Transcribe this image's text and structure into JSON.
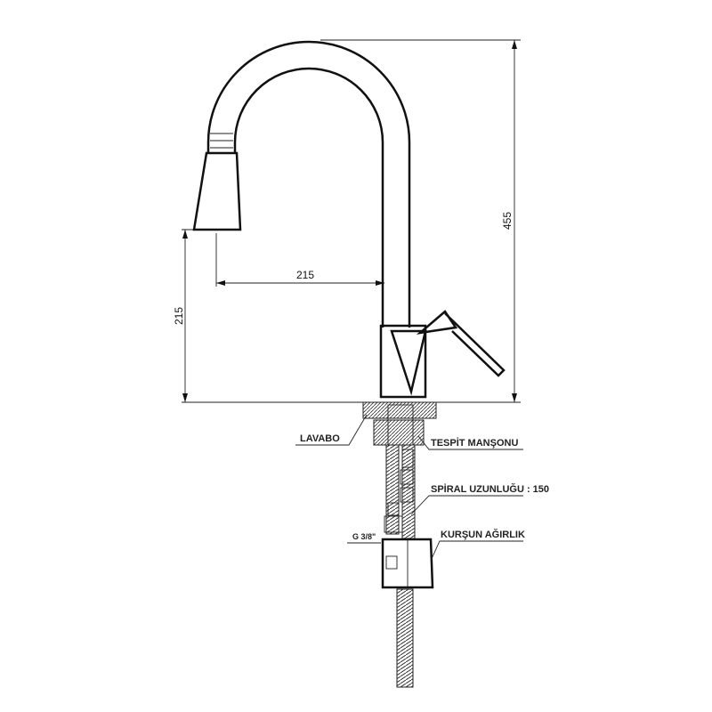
{
  "dimensions": {
    "total_height": "455",
    "spout_reach": "215",
    "spout_height": "215"
  },
  "labels": {
    "basin": "LAVABO",
    "fixing_sleeve": "TESPİT MANŞONU",
    "spiral_length": "SPİRAL UZUNLUĞU : 150",
    "thread": "G 3/8\"",
    "lead_weight": "KURŞUN AĞIRLIK"
  }
}
